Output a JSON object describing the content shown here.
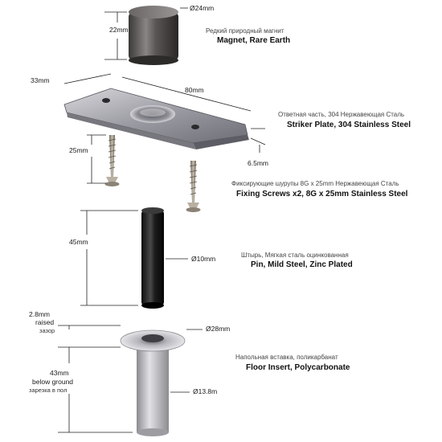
{
  "parts": {
    "magnet": {
      "ru": "Редкий природный магнит",
      "en": "Magnet, Rare Earth",
      "dia": "Ø24mm",
      "height": "22mm"
    },
    "striker": {
      "ru": "Ответная часть, 304 Нержавеющая Сталь",
      "en": "Striker Plate, 304 Stainless Steel",
      "width": "33mm",
      "length": "80mm",
      "thickness": "6.5mm"
    },
    "screws": {
      "ru": "Фиксирующие шурупы 8G x 25mm Нержавеющая Сталь",
      "en": "Fixing Screws x2, 8G x 25mm Stainless Steel",
      "length": "25mm"
    },
    "pin": {
      "ru": "Штырь, Мягкая сталь оцинкованная",
      "en": "Pin, Mild Steel, Zinc Plated",
      "length": "45mm",
      "dia": "Ø10mm"
    },
    "insert": {
      "ru": "Напольная вставка, поликарбанат",
      "en": "Floor Insert, Polycarbonate",
      "raised": "2.8mm",
      "raised_label": "raised",
      "raised_ru": "зазор",
      "below": "43mm",
      "below_label1": "below ground",
      "below_ru": "зарезка в пол",
      "top_dia": "Ø28mm",
      "tube_dia": "Ø13.8m"
    }
  }
}
